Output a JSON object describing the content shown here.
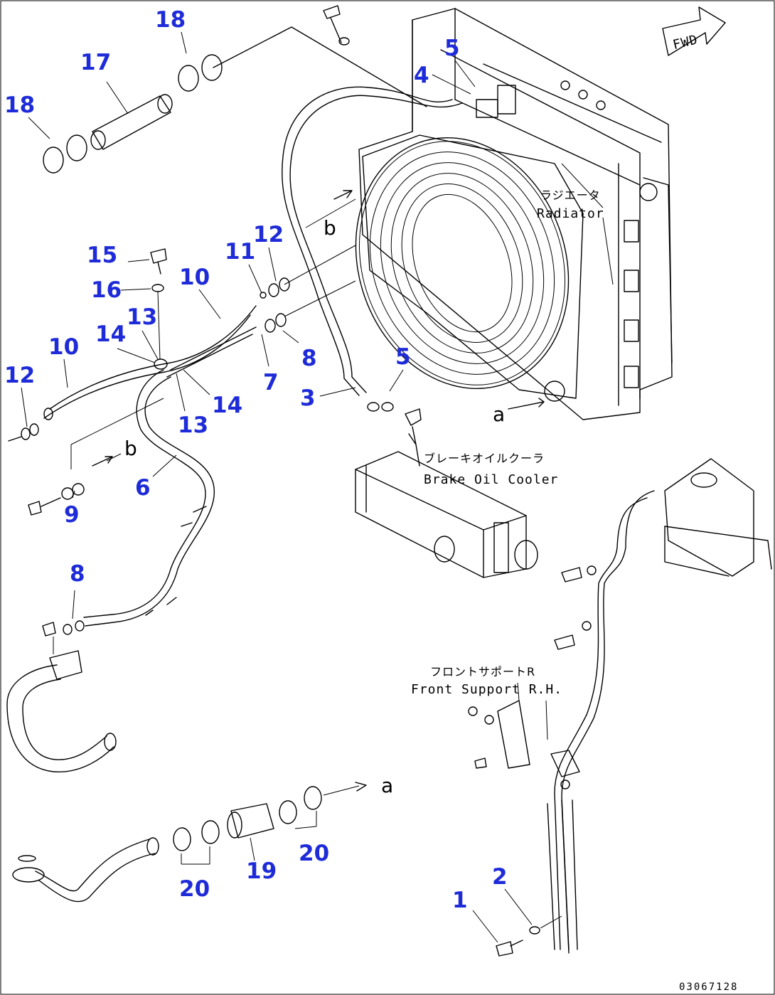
{
  "callouts": {
    "c1": "1",
    "c2": "2",
    "c3": "3",
    "c4": "4",
    "c5a": "5",
    "c5b": "5",
    "c6": "6",
    "c7": "7",
    "c8a": "8",
    "c8b": "8",
    "c9": "9",
    "c10a": "10",
    "c10b": "10",
    "c11": "11",
    "c12a": "12",
    "c12b": "12",
    "c13a": "13",
    "c13b": "13",
    "c14a": "14",
    "c14b": "14",
    "c15": "15",
    "c16": "16",
    "c17": "17",
    "c18a": "18",
    "c18b": "18",
    "c19": "19",
    "c20a": "20",
    "c20b": "20"
  },
  "labels": {
    "radiator_jp": "ラジエータ",
    "radiator_en": "Radiator",
    "brake_cooler_jp": "ブレーキオイルクーラ",
    "brake_cooler_en": "Brake Oil Cooler",
    "front_support_jp": "フロントサポートR",
    "front_support_en": "Front Support R.H.",
    "fwd": "FWD",
    "ref_a1": "a",
    "ref_a2": "a",
    "ref_b1": "b",
    "ref_b2": "b"
  },
  "drawing_code": "03067128"
}
